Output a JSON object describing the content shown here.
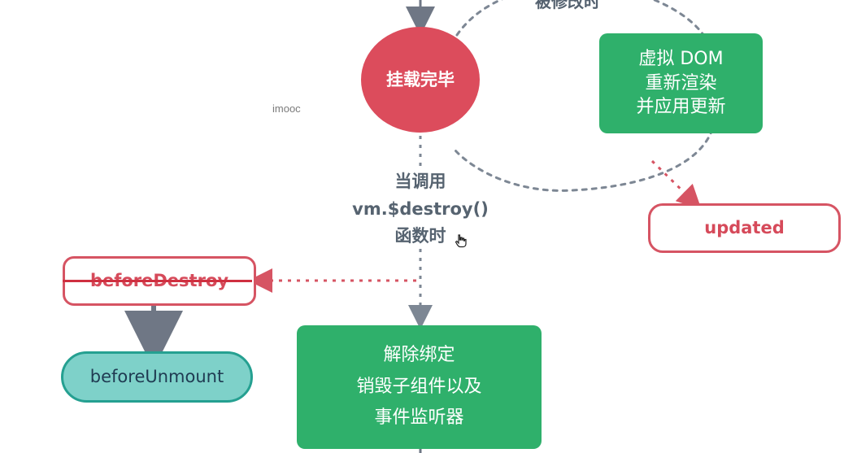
{
  "diagram": {
    "top_partial_text": "被修改时",
    "mounted_label": "挂载完毕",
    "watermark": "imooc",
    "vdom_label": "虚拟 DOM\n重新渲染\n并应用更新",
    "updated_label": "updated",
    "call_lines": [
      "当调用",
      "vm.$destroy()",
      "函数时"
    ],
    "before_destroy_label": "beforeDestroy",
    "before_unmount_label": "beforeUnmount",
    "unbind_label": "解除绑定\n销毁子组件以及\n事件监听器"
  },
  "colors": {
    "red": "#dc4c5c",
    "green": "#2fb06b",
    "teal": "#7ed1c9",
    "arrow_gray": "#6f7785",
    "dashed_gray": "#7d8794"
  },
  "icons": [
    "cursor-hand-icon"
  ]
}
